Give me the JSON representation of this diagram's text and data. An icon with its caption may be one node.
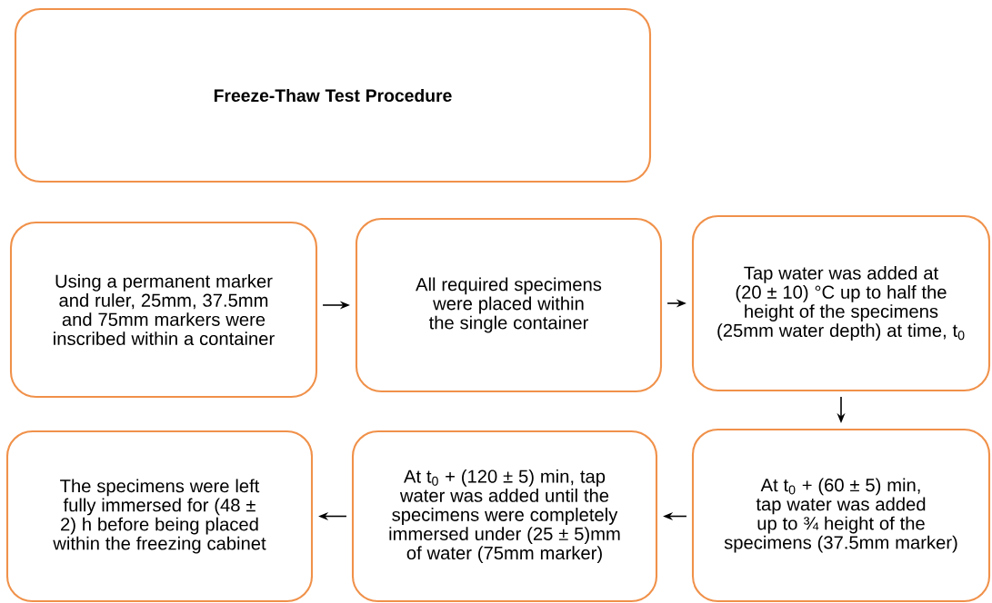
{
  "diagram": {
    "nodes": [
      {
        "text": [
          "Freeze-Thaw Test Procedure"
        ]
      },
      {
        "text": [
          "Using a permanent marker and ruler, 25mm, 37.5mm and 75mm markers were inscribed within a container"
        ]
      },
      {
        "text": [
          "All required specimens were placed within the single container"
        ]
      },
      {
        "text": [
          "Tap water was added at (20 ± 10) °C up to half the height of the specimens (25mm water depth) at time, t$_{0}$"
        ]
      },
      {
        "text": [
          "At t$_{0}$ + (60 ± 5) min, tap water was added up to ¾ height of the specimens (37.5mm marker)"
        ]
      },
      {
        "text": [
          "At t$_{0}$ + (120 ± 5) min, tap water was added until the specimens were completely immersed under (25 ± 5)mm of water (75mm marker)"
        ]
      },
      {
        "text": [
          "The specimens were left fully immersed for (48 ± 2) h before being placed within the freezing cabinet"
        ]
      }
    ],
    "edges": [
      {
        "from": 1,
        "to": 2,
        "arrow": "to"
      },
      {
        "from": 2,
        "to": 3,
        "arrow": "to"
      },
      {
        "from": 3,
        "to": 4,
        "arrow": "to"
      },
      {
        "from": 4,
        "to": 5,
        "arrow": "to"
      },
      {
        "from": 5,
        "to": 6,
        "arrow": "to"
      }
    ]
  }
}
